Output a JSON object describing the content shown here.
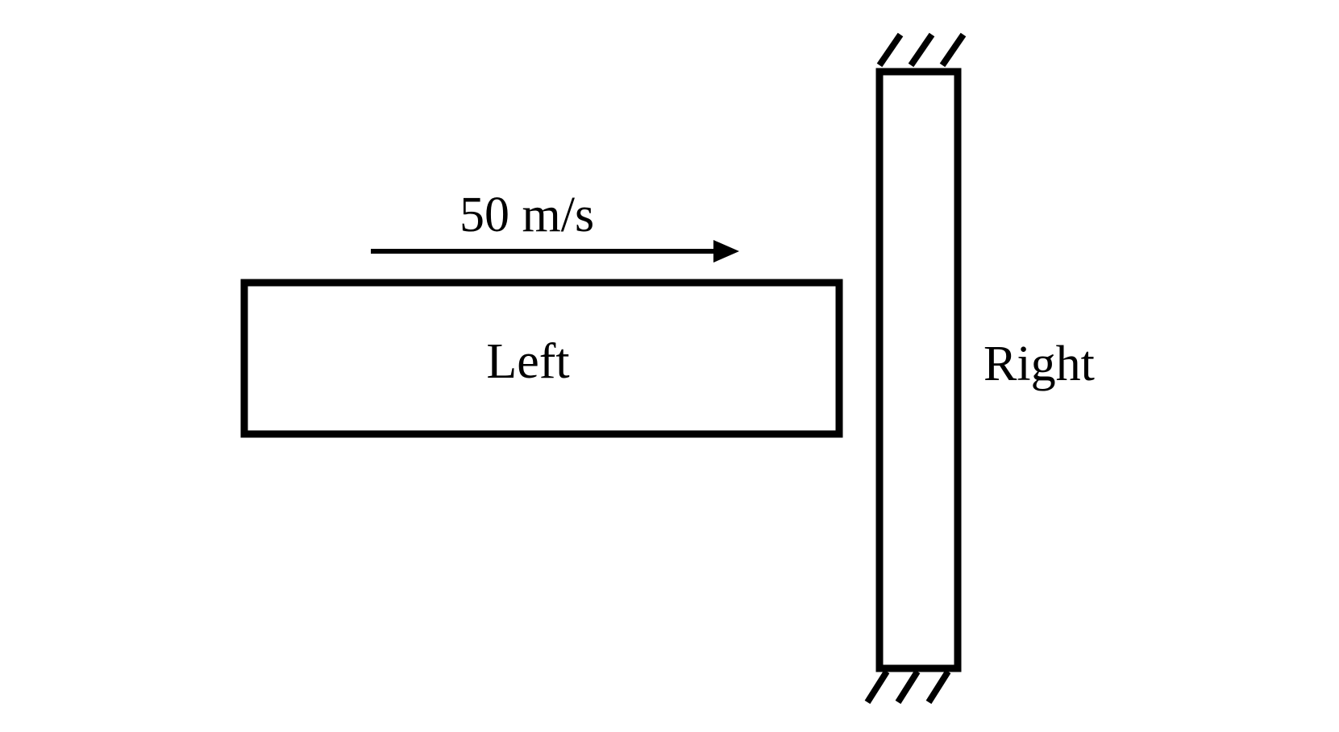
{
  "diagram": {
    "velocity_label": "50 m/s",
    "left_label": "Left",
    "right_label": "Right",
    "stroke_color": "#000000",
    "background_color": "#ffffff"
  }
}
